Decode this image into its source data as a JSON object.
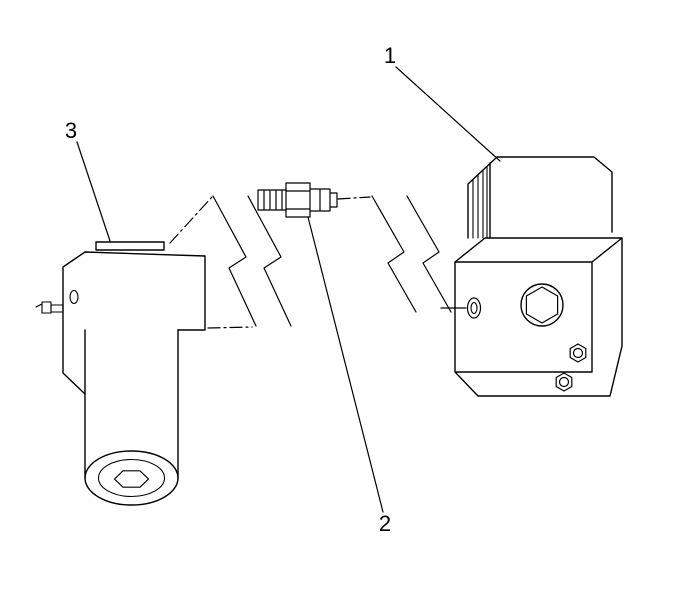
{
  "figure": {
    "type": "exploded-parts-diagram",
    "background_color": "#ffffff",
    "line_color": "#000000",
    "callouts": [
      {
        "label": "1"
      },
      {
        "label": "2"
      },
      {
        "label": "3"
      }
    ]
  }
}
